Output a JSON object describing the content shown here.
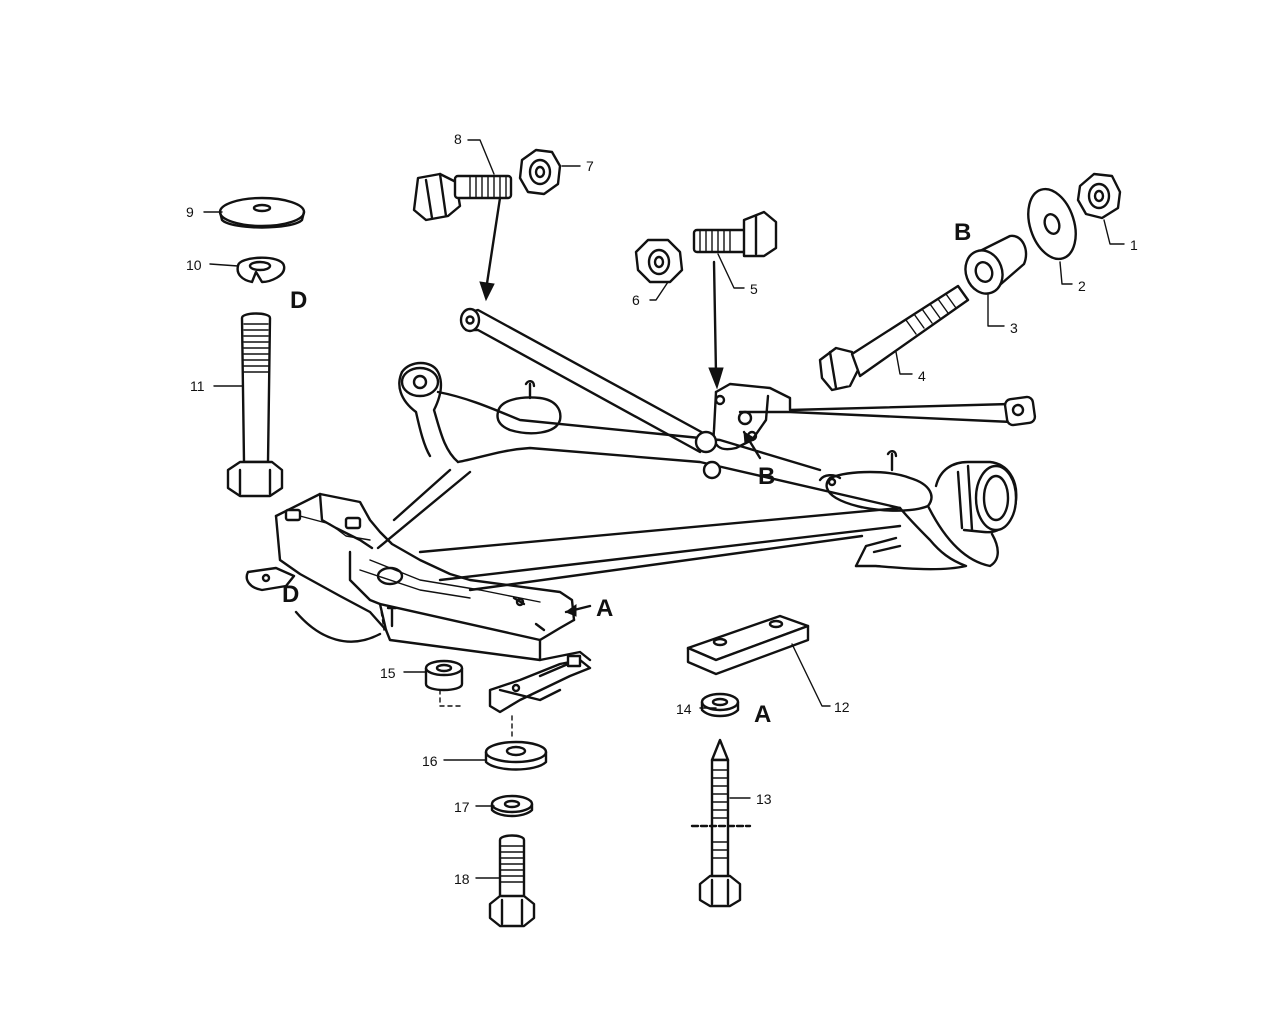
{
  "callouts": {
    "p1": "1",
    "p2": "2",
    "p3": "3",
    "p4": "4",
    "p5": "5",
    "p6": "6",
    "p7": "7",
    "p8": "8",
    "p9": "9",
    "p10": "10",
    "p11": "11",
    "p12": "12",
    "p13": "13",
    "p14": "14",
    "p15": "15",
    "p16": "16",
    "p17": "17",
    "p18": "18"
  },
  "refs": {
    "b_top": "B",
    "b_frame": "B",
    "d_top": "D",
    "d_frame": "D",
    "a_frame": "A",
    "a_parts": "A"
  },
  "colors": {
    "ink": "#111111",
    "paper": "#ffffff"
  }
}
